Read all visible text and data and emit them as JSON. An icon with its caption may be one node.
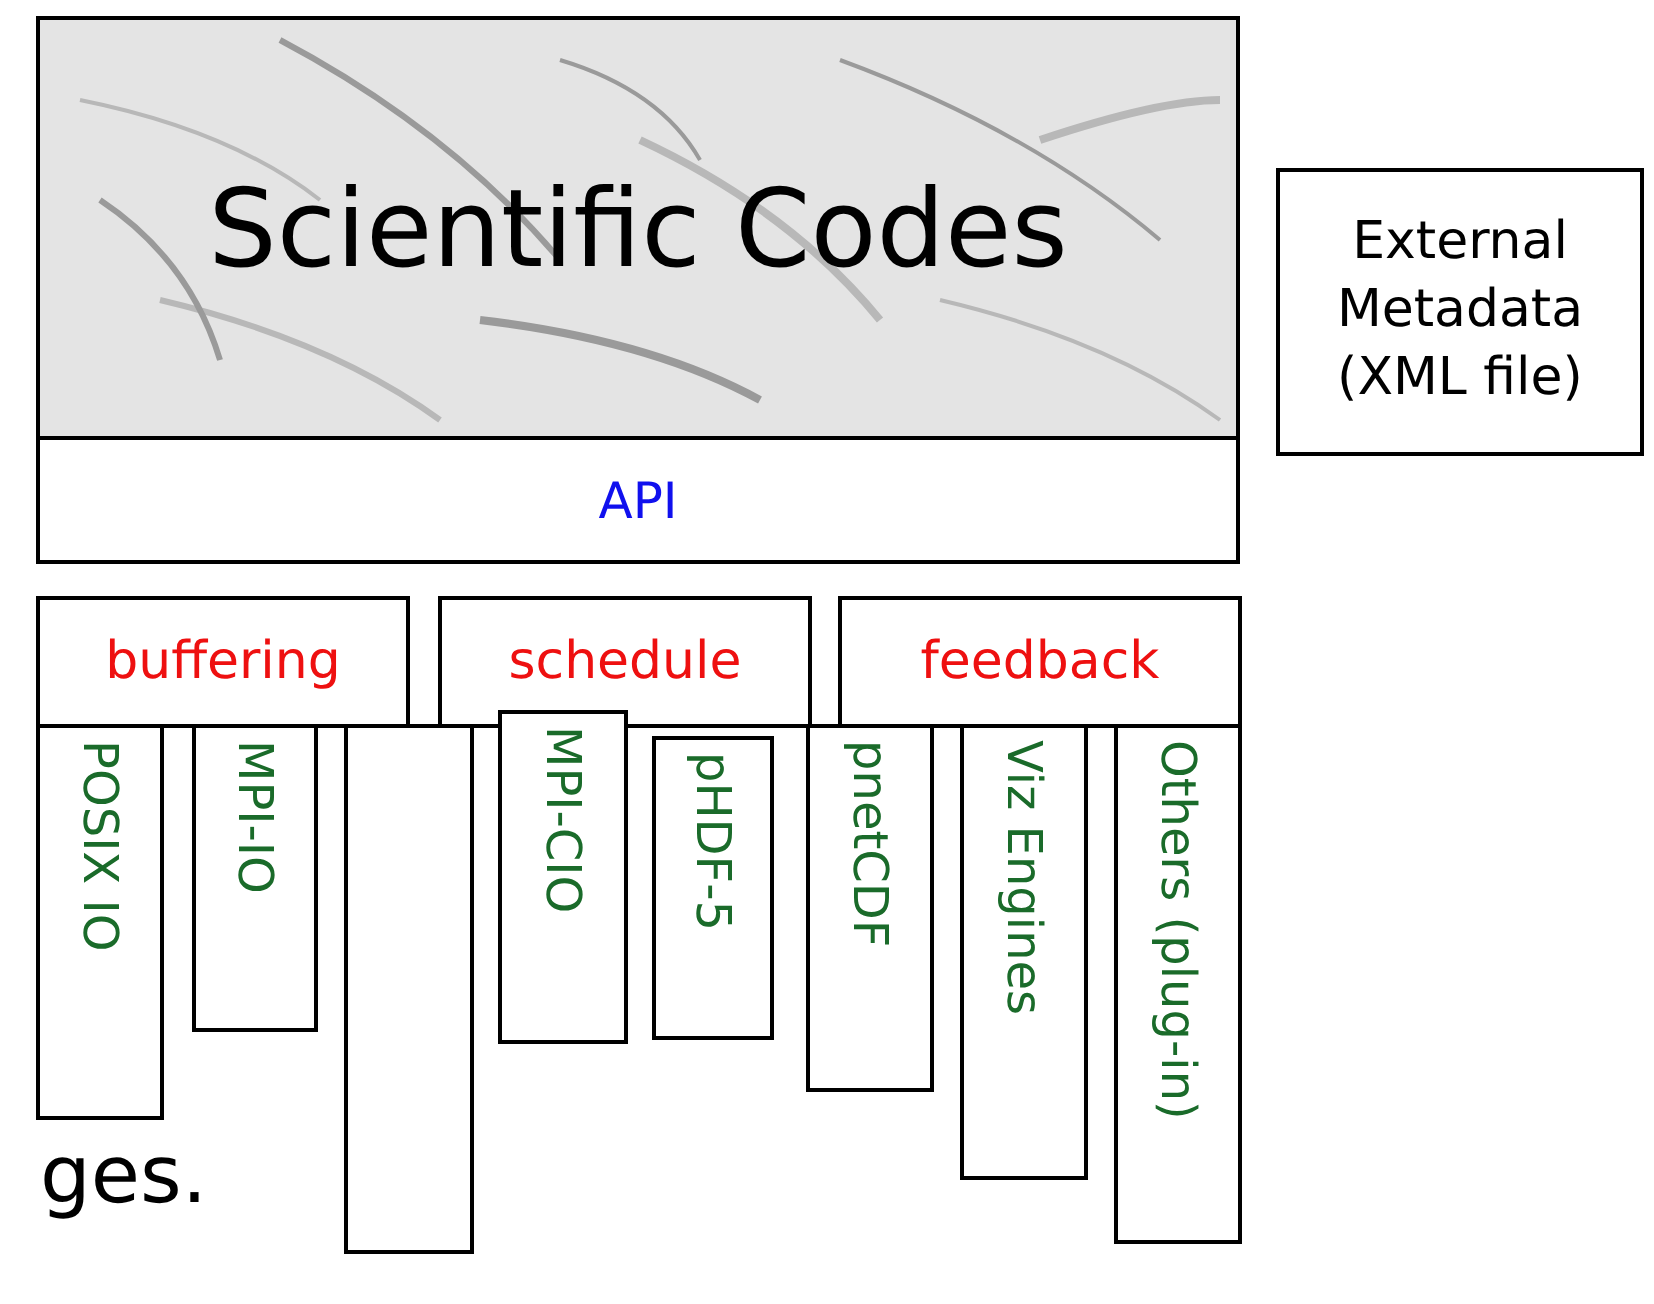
{
  "diagram": {
    "nodes": [
      {
        "text": [
          "Scientific Codes"
        ]
      },
      {
        "text": [
          "API"
        ]
      },
      {
        "text": [
          "External Metadata (XML file)"
        ]
      },
      {
        "text": [
          "buffering"
        ]
      },
      {
        "text": [
          "schedule"
        ]
      },
      {
        "text": [
          "feedback"
        ]
      },
      {
        "text": [
          "POSIX IO"
        ]
      },
      {
        "text": [
          "MPI-IO"
        ]
      },
      {
        "text": [],
        "shape": "box"
      },
      {
        "text": [
          "MPI-CIO"
        ]
      },
      {
        "text": [
          "pHDF-5"
        ]
      },
      {
        "text": [
          "pnetCDF"
        ]
      },
      {
        "text": [
          "Viz Engines"
        ]
      },
      {
        "text": [
          "Others (plug-in)"
        ]
      }
    ],
    "labels": [
      "ges."
    ]
  }
}
